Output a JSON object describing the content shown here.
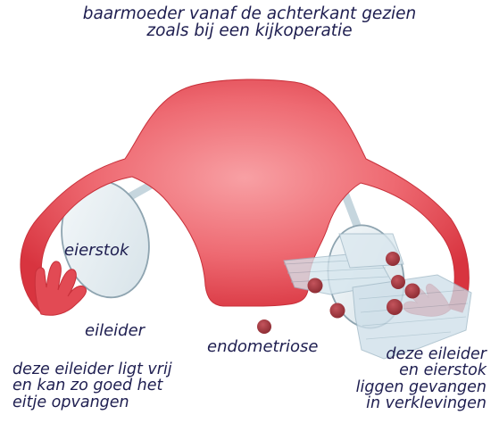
{
  "title": {
    "line1": "baarmoeder vanaf de achterkant gezien",
    "line2": "zoals bij een kijkoperatie"
  },
  "labels": {
    "eierstok": "eierstok",
    "eileider": "eileider",
    "endometriose": "endometriose",
    "left_note": [
      "deze eileider ligt vrij",
      "en kan zo goed het",
      "eitje opvangen"
    ],
    "right_note": [
      "deze eileider",
      "en eierstok",
      "liggen gevangen",
      "in verklevingen"
    ]
  },
  "colors": {
    "uterus_dark": "#d8343f",
    "uterus_light": "#f8a0a4",
    "ovary_fill": "#e6eef2",
    "ovary_stroke": "#8ea4b0",
    "endometriosis": "#9e3037",
    "adhesion": "#c8dce6",
    "text": "#1e1e50"
  }
}
